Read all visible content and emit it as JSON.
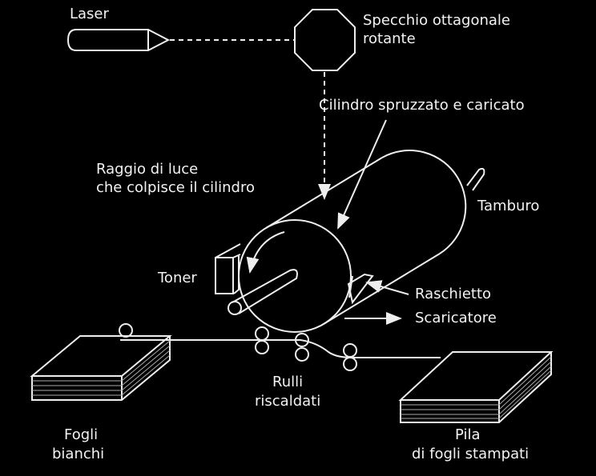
{
  "labels": {
    "laser": "Laser",
    "mirror_line1": "Specchio ottagonale",
    "mirror_line2": "rotante",
    "cylinder": "Cilindro spruzzato e caricato",
    "beam_line1": "Raggio di luce",
    "beam_line2": "che colpisce il cilindro",
    "drum": "Tamburo",
    "toner": "Toner",
    "scraper": "Raschietto",
    "discharger": "Scaricatore",
    "rollers_line1": "Rulli",
    "rollers_line2": "riscaldati",
    "blank_line1": "Fogli",
    "blank_line2": "bianchi",
    "printed_line1": "Pila",
    "printed_line2": "di fogli stampati"
  },
  "colors": {
    "background": "#000000",
    "line": "#eeeeee"
  }
}
